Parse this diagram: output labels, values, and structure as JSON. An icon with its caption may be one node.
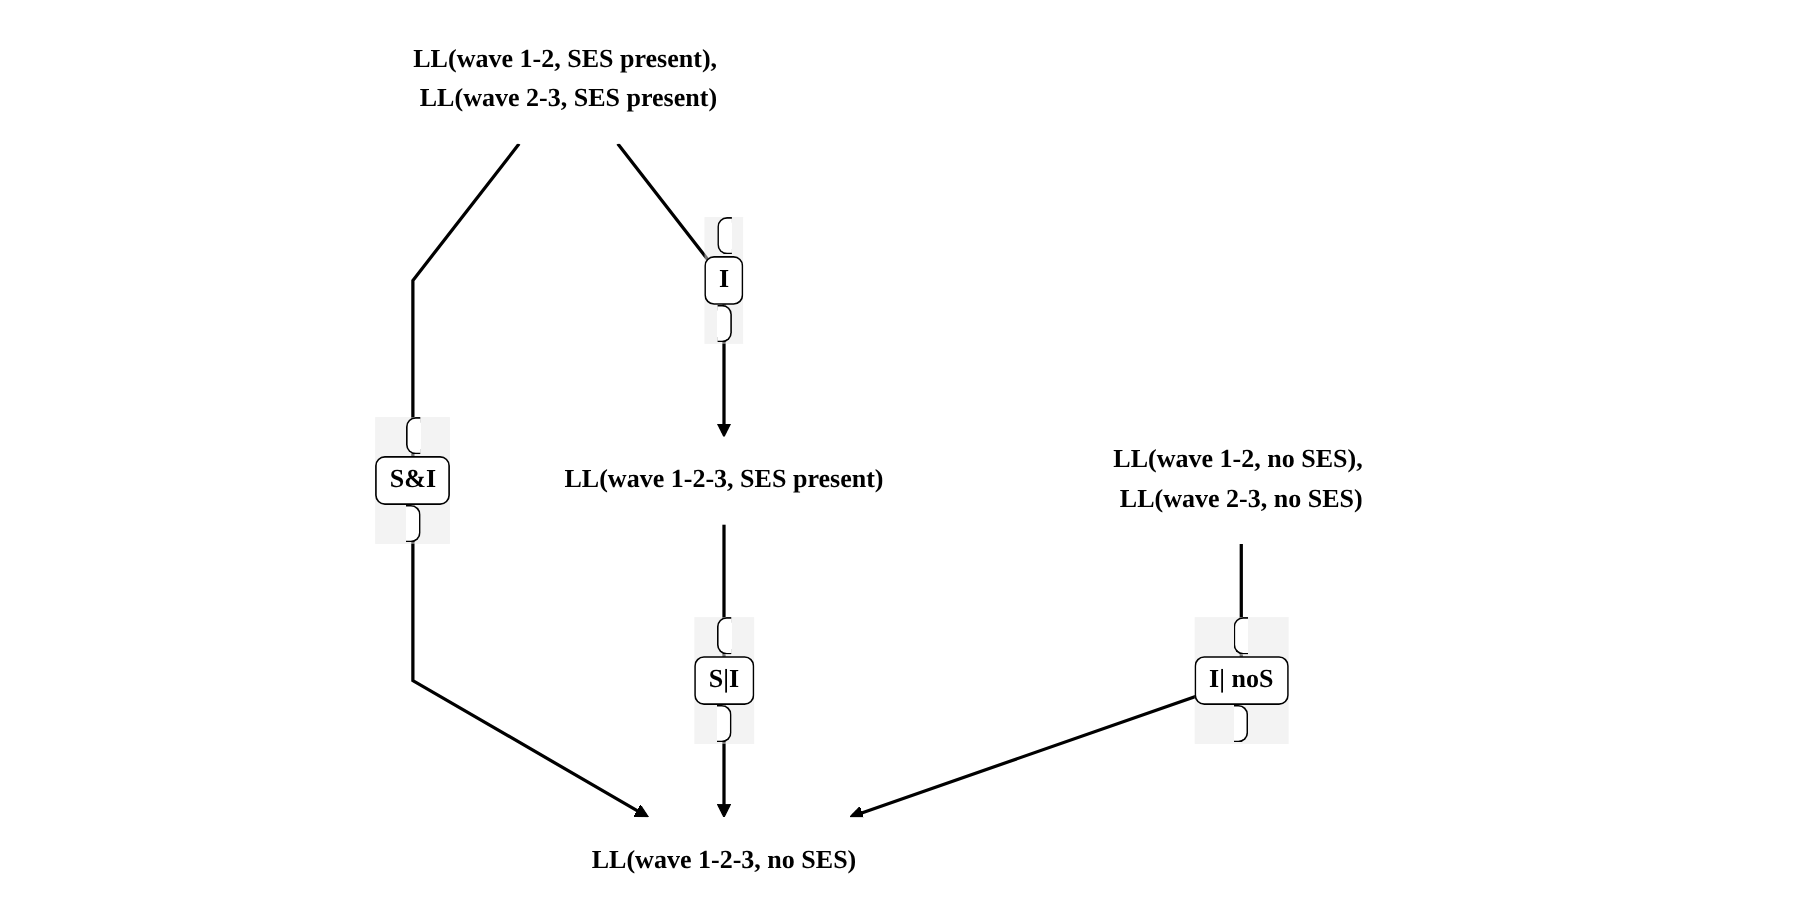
{
  "diagram": {
    "nodes": [
      {
        "text": [
          "LL(wave 1-2, SES present), LL(wave 2-3, SES present)"
        ]
      },
      {
        "text": [
          "LL(wave 1-2-3, SES present)"
        ]
      },
      {
        "text": [
          "LL(wave 1-2, no SES), LL(wave 2-3, no SES)"
        ]
      },
      {
        "text": [
          "LL(wave 1-2-3, no SES)"
        ]
      }
    ],
    "edges": [
      {
        "from": 0,
        "to": 1,
        "arrow": "to",
        "label": "I"
      },
      {
        "from": 0,
        "to": 3,
        "arrow": "to",
        "label": "S&I"
      },
      {
        "from": 1,
        "to": 3,
        "arrow": "to",
        "label": "S|I"
      },
      {
        "from": 2,
        "to": 3,
        "arrow": "to",
        "label": "I| noS"
      }
    ]
  }
}
